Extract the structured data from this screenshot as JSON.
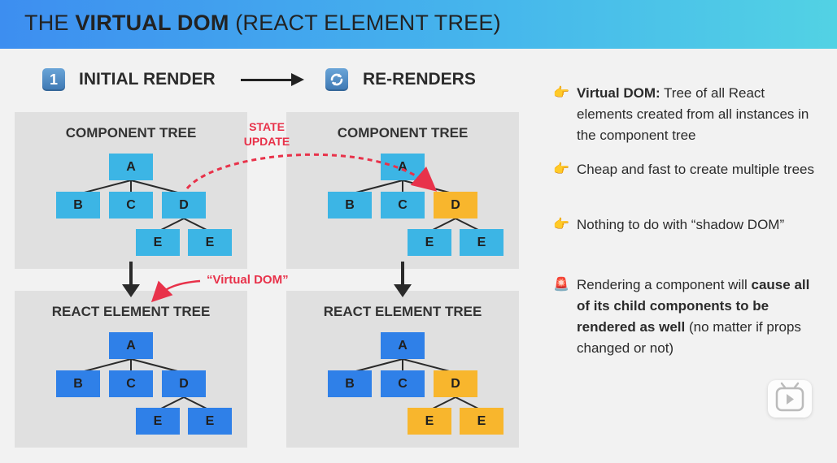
{
  "header": {
    "title_pre": "THE ",
    "title_bold": "VIRTUAL DOM",
    "title_post": " (REACT ELEMENT TREE)"
  },
  "steps": {
    "initial": {
      "icon": "1",
      "label": "INITIAL RENDER"
    },
    "rerender": {
      "icon": "refresh-icon",
      "label": "RE-RENDERS"
    }
  },
  "panels": {
    "component_tree_title": "COMPONENT TREE",
    "element_tree_title": "REACT ELEMENT TREE"
  },
  "nodes": {
    "a": "A",
    "b": "B",
    "c": "C",
    "d": "D",
    "e": "E"
  },
  "annotations": {
    "state_update": "STATE UPDATE",
    "virtual_dom": "“Virtual DOM”"
  },
  "colors": {
    "component_node": "#3cb5e5",
    "element_node": "#2f80e8",
    "rerendered_node": "#f8b62d",
    "annotation": "#e8324a"
  },
  "bullets": [
    {
      "icon": "pointing-hand-icon",
      "bold": "Virtual DOM:",
      "text": " Tree of all React elements created from all instances in the component tree"
    },
    {
      "icon": "pointing-hand-icon",
      "bold": "",
      "text": "Cheap and fast to create multiple trees"
    },
    {
      "icon": "pointing-hand-icon",
      "bold": "",
      "text": "Nothing to do with “shadow DOM”"
    },
    {
      "icon": "siren-icon",
      "pre": "Rendering a component will ",
      "bold": "cause all of its child components to be rendered as well",
      "text": " (no matter if props changed or not)"
    }
  ]
}
